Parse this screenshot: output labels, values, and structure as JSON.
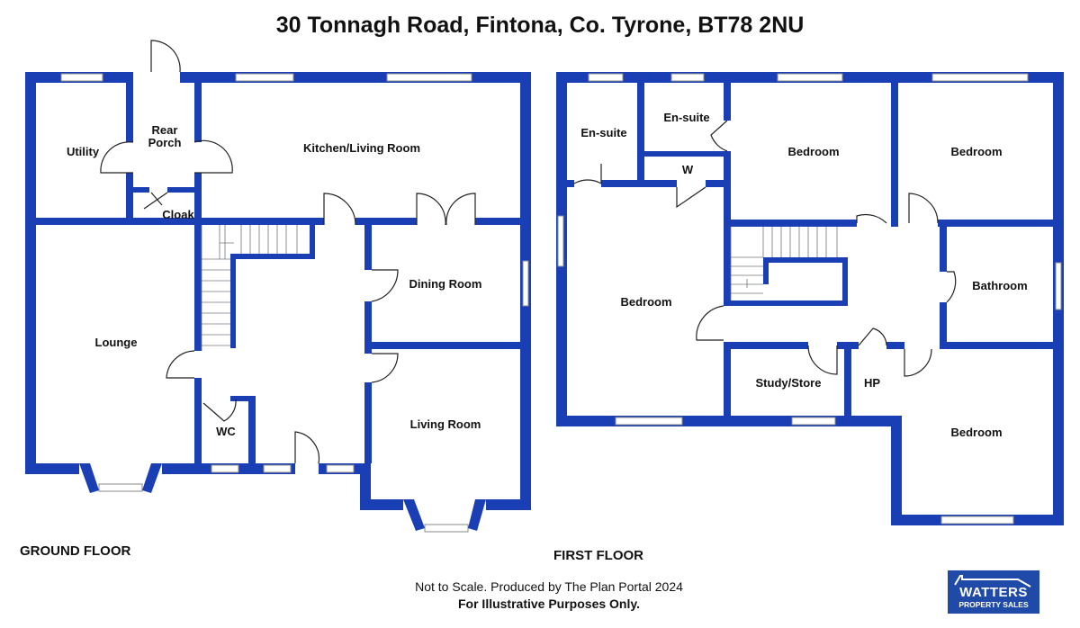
{
  "title": "30 Tonnagh Road, Fintona, Co. Tyrone, BT78 2NU",
  "ground_floor": {
    "label": "GROUND FLOOR",
    "rooms": [
      "Utility",
      "Rear",
      "Porch",
      "Kitchen/Living Room",
      "Cloak",
      "Dining Room",
      "Lounge",
      "Living Room",
      "WC"
    ]
  },
  "first_floor": {
    "label": "FIRST FLOOR",
    "rooms": [
      "En-suite",
      "En-suite",
      "Bedroom",
      "Bedroom",
      "W",
      "Bedroom",
      "Bathroom",
      "Study/Store",
      "HP",
      "Bedroom"
    ]
  },
  "footer": {
    "line1": "Not to Scale. Produced by The Plan Portal 2024",
    "line2": "For Illustrative Purposes Only."
  },
  "logo": {
    "name": "WATTERS",
    "sub": "PROPERTY SALES"
  },
  "colors": {
    "wall": "#1a3fb4",
    "logo_bg": "#1f4aa8"
  }
}
